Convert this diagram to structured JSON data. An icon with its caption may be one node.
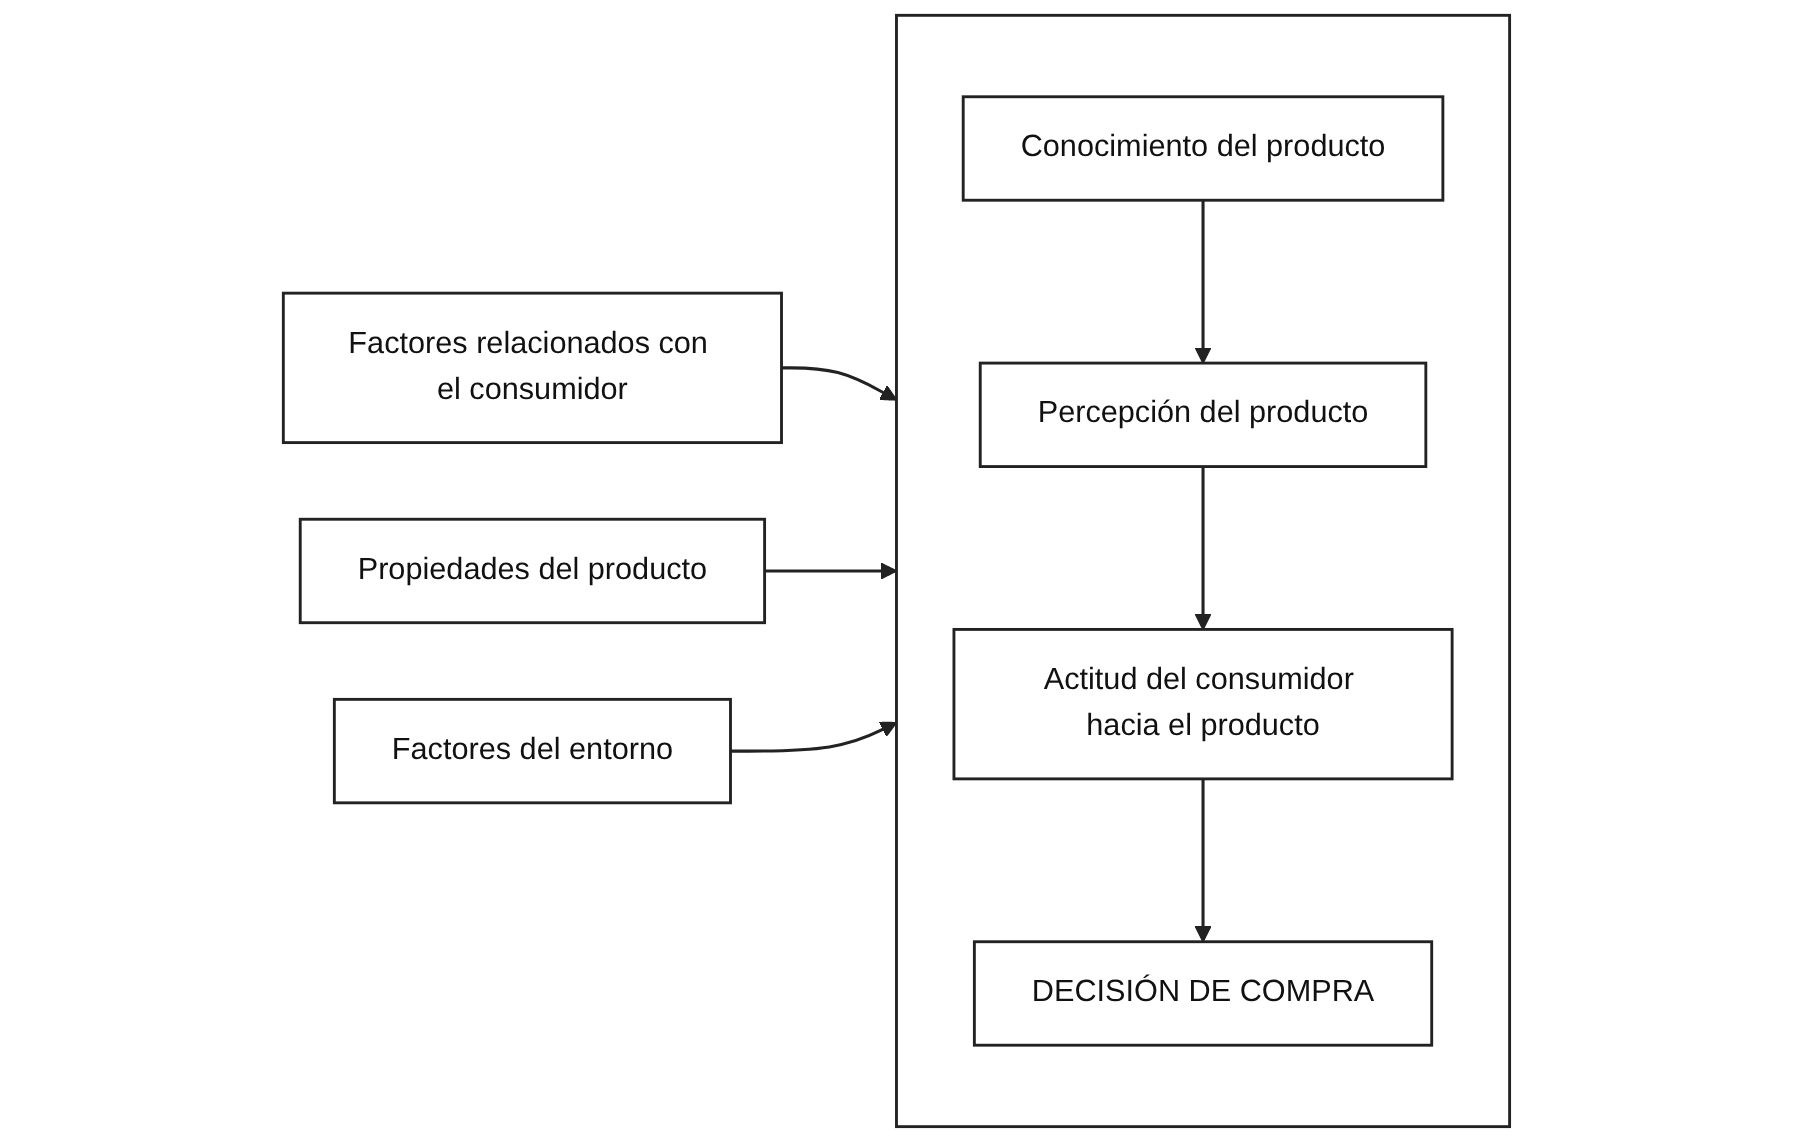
{
  "diagram": {
    "nodes": [
      {
        "text": [
          "Factores relacionados con el consumidor"
        ]
      },
      {
        "text": [],
        "shape": "box"
      },
      {
        "text": [
          "Conocimiento del producto"
        ],
        "in": 1
      },
      {
        "text": [
          "Percepción del producto"
        ],
        "in": 1
      },
      {
        "text": [
          "Actitud del consumidor hacia el producto"
        ],
        "in": 1
      },
      {
        "text": [
          "DECISIÓN DE COMPRA"
        ],
        "in": 1
      },
      {
        "text": [
          "Propiedades del producto"
        ]
      },
      {
        "text": [
          "Factores del entorno"
        ]
      }
    ],
    "edges": [
      {
        "from": 2,
        "to": 3,
        "arrow": "to"
      },
      {
        "from": 3,
        "to": 4,
        "arrow": "to"
      },
      {
        "from": 4,
        "to": 5,
        "arrow": "to"
      },
      {
        "from": 0,
        "to": 1,
        "arrow": "to"
      },
      {
        "from": 6,
        "to": 1,
        "arrow": "to"
      },
      {
        "from": 7,
        "to": 1,
        "arrow": "to"
      }
    ]
  }
}
